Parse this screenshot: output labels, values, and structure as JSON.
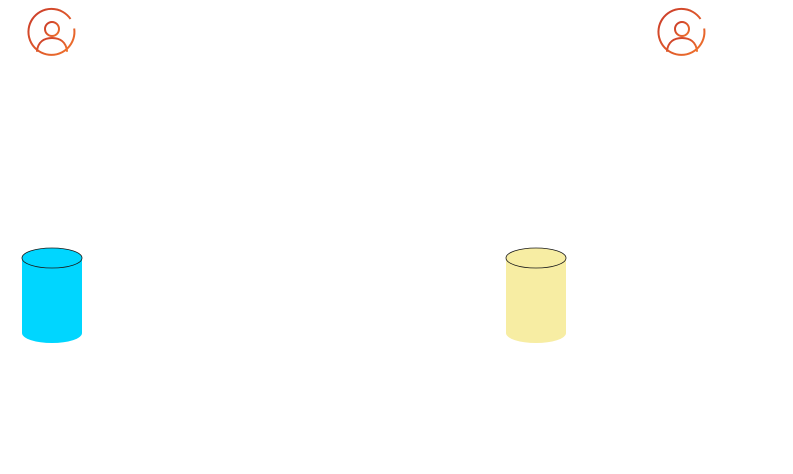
{
  "diagram": {
    "actors": [
      {
        "id": "actor-left",
        "icon": "user-circle-icon",
        "color": "#E0502B"
      },
      {
        "id": "actor-right",
        "icon": "user-circle-icon",
        "color": "#E0502B"
      }
    ],
    "datastores": [
      {
        "id": "database-left",
        "icon": "database-cylinder-icon",
        "fill": "#00D6FF",
        "stroke": "#1A1A1A"
      },
      {
        "id": "database-right",
        "icon": "database-cylinder-icon",
        "fill": "#F7EDA3",
        "stroke": "#1A1A1A"
      }
    ]
  }
}
